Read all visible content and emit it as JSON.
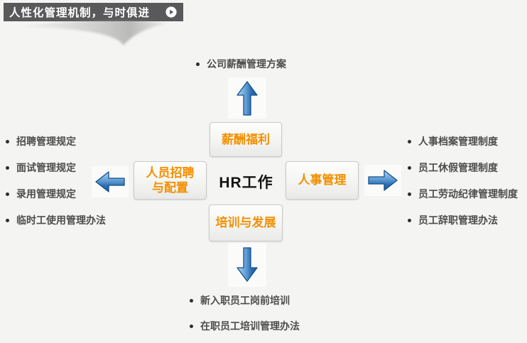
{
  "header": {
    "title": "人性化管理机制，与时俱进"
  },
  "center_label": "HR工作",
  "nodes": {
    "top": {
      "label": "薪酬福利"
    },
    "left": {
      "line1": "人员招聘",
      "line2": "与配置"
    },
    "right": {
      "label": "人事管理"
    },
    "bottom": {
      "label": "培训与发展"
    }
  },
  "lists": {
    "top": {
      "items": [
        "公司薪酬管理方案"
      ]
    },
    "left": {
      "items": [
        "招聘管理规定",
        "面试管理规定",
        "录用管理规定",
        "临时工使用管理办法"
      ]
    },
    "right": {
      "items": [
        "人事档案管理制度",
        "员工休假管理制度",
        "员工劳动纪律管理制度",
        "员工辞职管理办法"
      ]
    },
    "bottom": {
      "items": [
        "新入职员工岗前培训",
        "在职员工培训管理办法"
      ]
    }
  },
  "icons": {
    "header_play": "play-circle-icon",
    "arrow_up": "arrow-up-icon",
    "arrow_down": "arrow-down-icon",
    "arrow_left": "arrow-left-icon",
    "arrow_right": "arrow-right-icon"
  },
  "colors": {
    "page_bg": "#f4f4f2",
    "header_bg": "#59595b",
    "accent_orange": "#f39000",
    "arrow_blue": "#2a6cb2",
    "list_text": "#4d4d4d",
    "box_border": "#c9c9c9"
  }
}
